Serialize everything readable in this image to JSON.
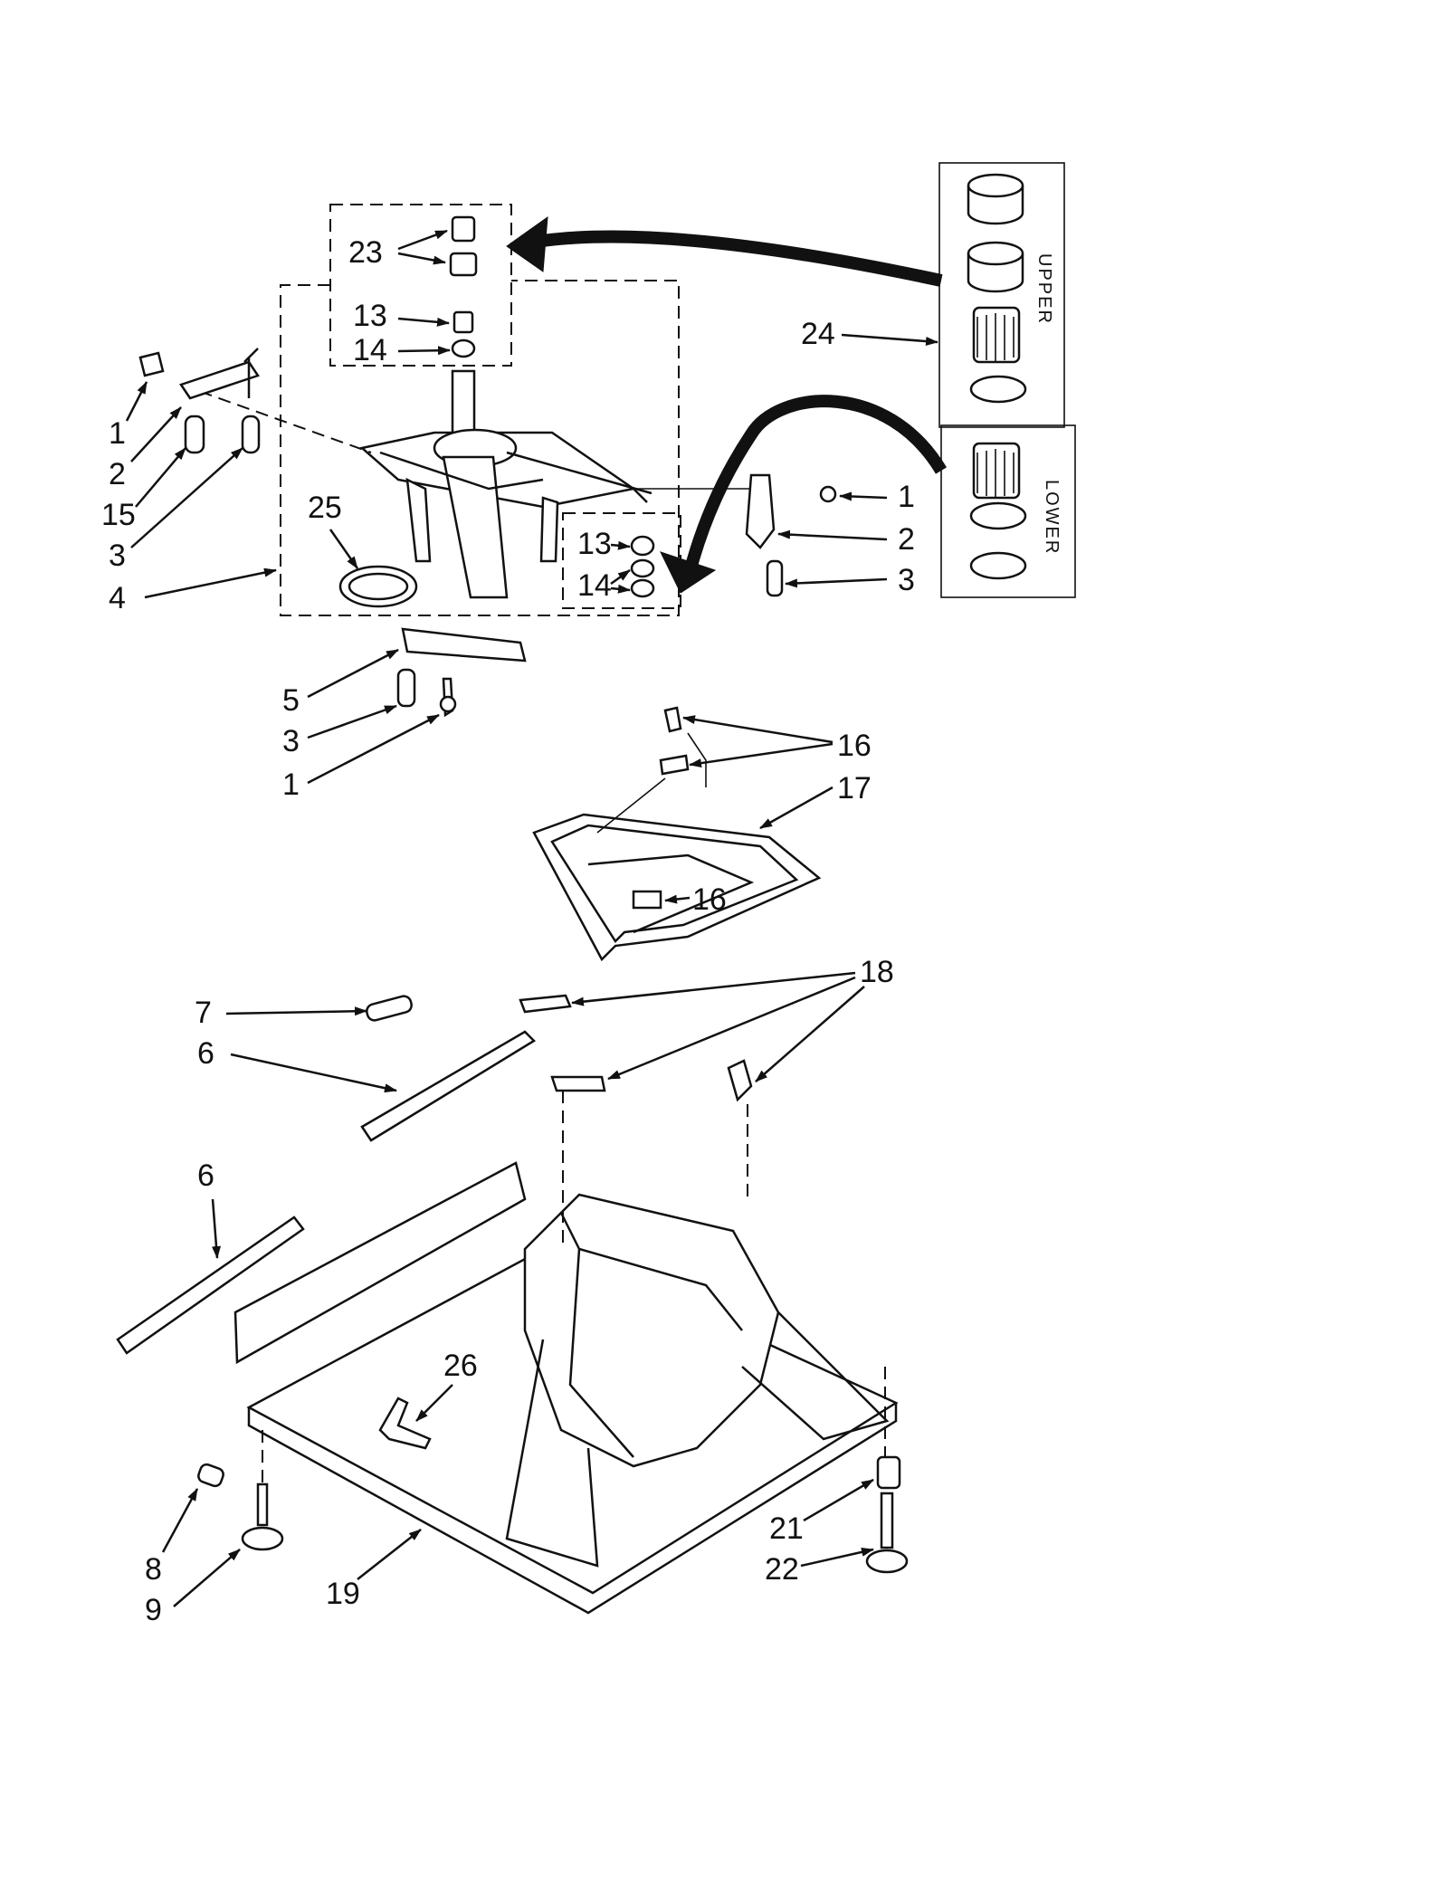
{
  "diagram": {
    "labels": {
      "l1a": "1",
      "l2a": "2",
      "l15": "15",
      "l3a": "3",
      "l4": "4",
      "l23": "23",
      "l13a": "13",
      "l14a": "14",
      "l25": "25",
      "l13b": "13",
      "l14b": "14",
      "l1b": "1",
      "l2b": "2",
      "l3b": "3",
      "l24": "24",
      "l5": "5",
      "l3c": "3",
      "l1c": "1",
      "l16a": "16",
      "l17": "17",
      "l16b": "16",
      "l18": "18",
      "l7": "7",
      "l6a": "6",
      "l6b": "6",
      "l26": "26",
      "l8": "8",
      "l9": "9",
      "l19": "19",
      "l21": "21",
      "l22": "22"
    },
    "kit": {
      "upper": "UPPER",
      "lower": "LOWER"
    },
    "colors": {
      "ink": "#111111",
      "paper": "#ffffff"
    }
  }
}
